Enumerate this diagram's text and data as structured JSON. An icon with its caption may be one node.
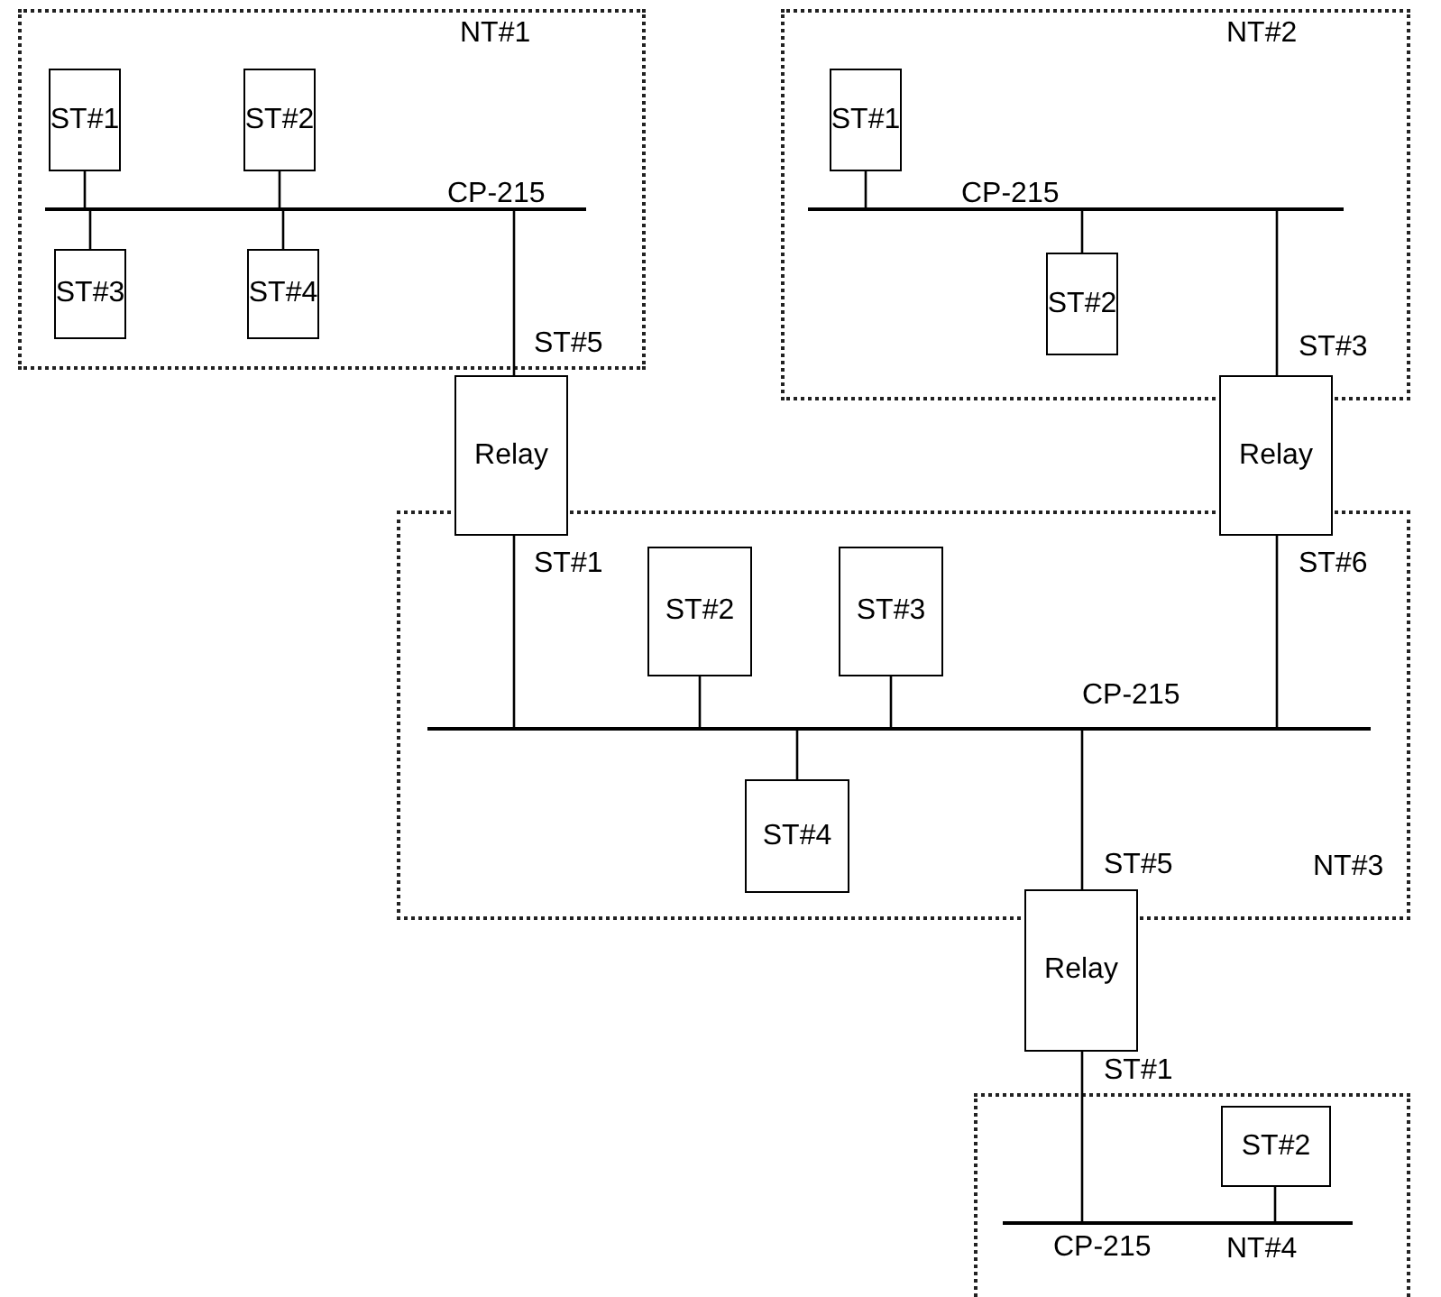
{
  "diagram": {
    "nodes": [
      {
        "text": [
          "NT#1"
        ]
      },
      {
        "text": [
          "ST#1"
        ],
        "in": 0
      },
      {
        "text": [
          "ST#2"
        ],
        "in": 0
      },
      {
        "text": [],
        "shape": "bar",
        "in": 0,
        "beside": [
          "CP-215"
        ]
      },
      {
        "text": [
          "ST#3"
        ],
        "in": 0
      },
      {
        "text": [
          "ST#4"
        ],
        "in": 0
      },
      {
        "text": [
          "NT#2"
        ]
      },
      {
        "text": [
          "ST#1"
        ],
        "in": 6
      },
      {
        "text": [],
        "shape": "bar",
        "in": 6,
        "beside": [
          "CP-215"
        ]
      },
      {
        "text": [
          "ST#2"
        ],
        "in": 6
      },
      {
        "text": [
          "Relay"
        ],
        "beside": [
          "ST#5",
          "ST#1"
        ]
      },
      {
        "text": [
          "Relay"
        ],
        "beside": [
          "ST#3",
          "ST#6"
        ]
      },
      {
        "text": [
          "NT#3"
        ]
      },
      {
        "text": [
          "ST#2"
        ],
        "in": 12
      },
      {
        "text": [
          "ST#3"
        ],
        "in": 12
      },
      {
        "text": [],
        "shape": "bar",
        "in": 12,
        "beside": [
          "CP-215"
        ]
      },
      {
        "text": [
          "ST#4"
        ],
        "in": 12
      },
      {
        "text": [
          "Relay"
        ],
        "beside": [
          "ST#5",
          "ST#1"
        ]
      },
      {
        "text": [
          "NT#4"
        ]
      },
      {
        "text": [
          "ST#2"
        ],
        "in": 18
      },
      {
        "text": [],
        "shape": "bar",
        "in": 18,
        "beside": [
          "CP-215"
        ]
      }
    ],
    "edges": [
      {
        "from": 1,
        "to": 3,
        "arrow": "none"
      },
      {
        "from": 2,
        "to": 3,
        "arrow": "none"
      },
      {
        "from": 3,
        "to": 4,
        "arrow": "none"
      },
      {
        "from": 3,
        "to": 5,
        "arrow": "none"
      },
      {
        "from": 3,
        "to": 10,
        "arrow": "none"
      },
      {
        "from": 7,
        "to": 8,
        "arrow": "none"
      },
      {
        "from": 8,
        "to": 9,
        "arrow": "none"
      },
      {
        "from": 8,
        "to": 11,
        "arrow": "none"
      },
      {
        "from": 10,
        "to": 15,
        "arrow": "none"
      },
      {
        "from": 13,
        "to": 15,
        "arrow": "none"
      },
      {
        "from": 14,
        "to": 15,
        "arrow": "none"
      },
      {
        "from": 15,
        "to": 16,
        "arrow": "none"
      },
      {
        "from": 11,
        "to": 15,
        "arrow": "none"
      },
      {
        "from": 15,
        "to": 17,
        "arrow": "none"
      },
      {
        "from": 17,
        "to": 20,
        "arrow": "none"
      },
      {
        "from": 19,
        "to": 20,
        "arrow": "none"
      }
    ]
  }
}
